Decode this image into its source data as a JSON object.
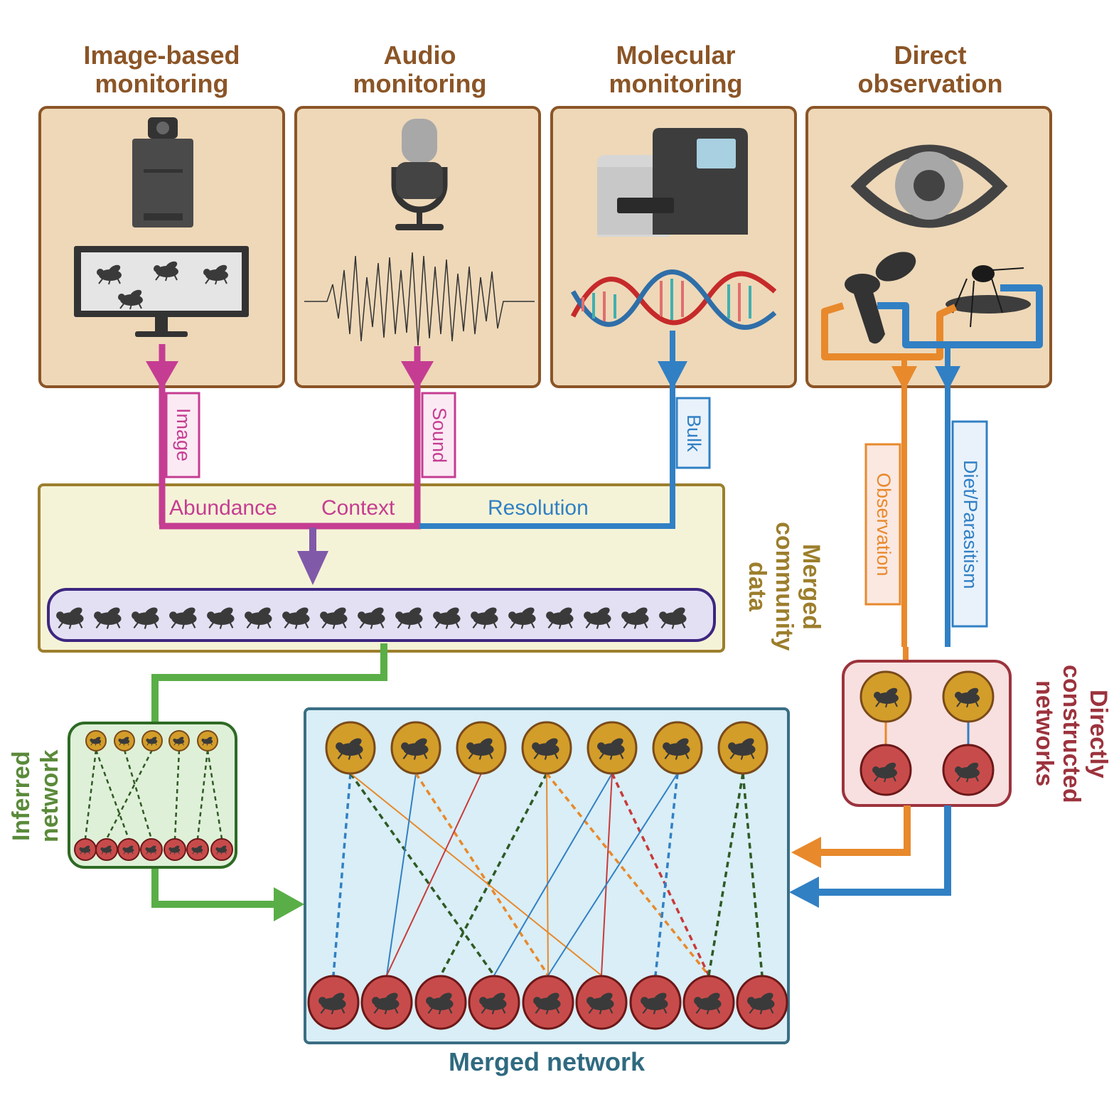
{
  "methods": [
    {
      "title_line1": "Image-based",
      "title_line2": "monitoring",
      "icon": "camera-and-monitor-icon",
      "data_label": "Image"
    },
    {
      "title_line1": "Audio",
      "title_line2": "monitoring",
      "icon": "microphone-icon",
      "data_label": "Sound"
    },
    {
      "title_line1": "Molecular",
      "title_line2": "monitoring",
      "icon": "sequencer-icon",
      "data_label": "Bulk"
    },
    {
      "title_line1": "Direct",
      "title_line2": "observation",
      "icon": "eye-icon",
      "data_label_1": "Observation",
      "data_label_2": "Diet/Parasitism"
    }
  ],
  "merged_community": {
    "title_line1": "Merged",
    "title_line2": "community",
    "title_line3": "data",
    "label_abundance": "Abundance",
    "label_context": "Context",
    "label_resolution": "Resolution"
  },
  "inferred_network": {
    "title_line1": "Inferred",
    "title_line2": "network"
  },
  "direct_network": {
    "title_line1": "Directly",
    "title_line2": "constructed",
    "title_line3": "networks"
  },
  "merged_network": {
    "title": "Merged network"
  },
  "colors": {
    "brown": "#8b5527",
    "box_fill": "#eed8b8",
    "magenta": "#c53d92",
    "blue": "#3180c4",
    "orange": "#e8892c",
    "purple": "#8159a9",
    "green": "#5aae47",
    "dark_green": "#2e6a24",
    "red": "#c83a3a",
    "olive": "#9c7e2c",
    "teal": "#3a6e84",
    "maroon": "#9c333d",
    "node_top": "#d39d2a",
    "node_bottom": "#c84b4b"
  }
}
